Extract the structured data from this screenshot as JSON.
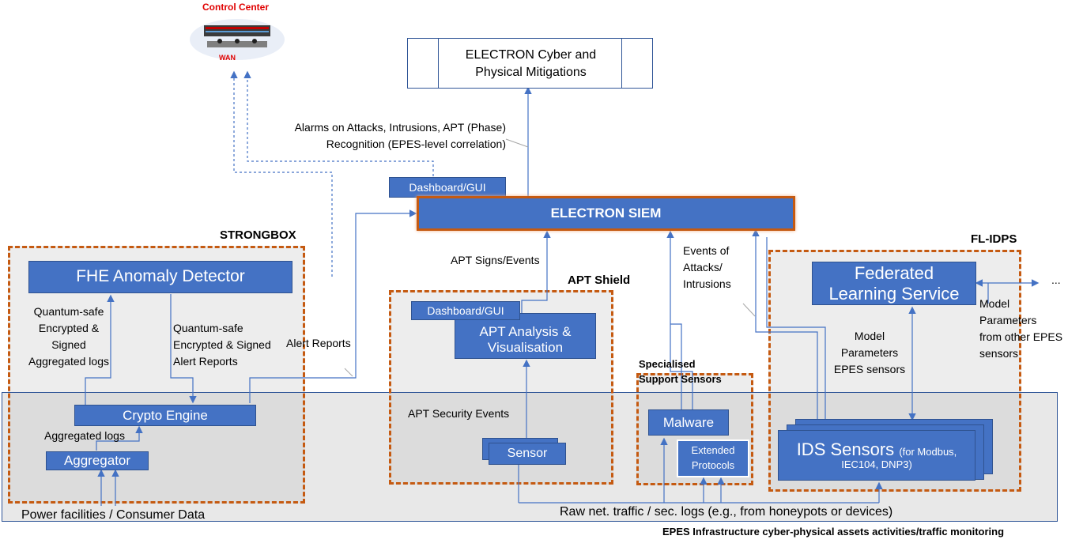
{
  "control_center": {
    "title": "Control Center",
    "wan": "WAN"
  },
  "mitigations": {
    "line1": "ELECTRON Cyber and",
    "line2": "Physical Mitigations"
  },
  "alarms": {
    "line1": "Alarms on Attacks, Intrusions, APT (Phase)",
    "line2": "Recognition (EPES-level correlation)"
  },
  "siem": {
    "dashboard": "Dashboard/GUI",
    "title": "ELECTRON SIEM"
  },
  "strongbox": {
    "title": "STRONGBOX",
    "fhe": "FHE Anomaly Detector",
    "qs_logs": {
      "l1": "Quantum-safe",
      "l2": "Encrypted &",
      "l3": "Signed",
      "l4": "Aggregated logs"
    },
    "qs_alerts": {
      "l1": "Quantum-safe",
      "l2": "Encrypted & Signed",
      "l3": "Alert Reports"
    },
    "alert_reports": "Alert Reports",
    "crypto": "Crypto Engine",
    "aggregated_logs": "Aggregated logs",
    "aggregator": "Aggregator",
    "power": "Power facilities / Consumer Data"
  },
  "apt": {
    "signs": "APT Signs/Events",
    "title": "APT Shield",
    "dashboard": "Dashboard/GUI",
    "analysis": {
      "l1": "APT Analysis &",
      "l2": "Visualisation"
    },
    "security_events": "APT Security Events",
    "sensor": "Sensor"
  },
  "events": {
    "l1": "Events of",
    "l2": "Attacks/",
    "l3": "Intrusions"
  },
  "specialised": {
    "title": {
      "l1": "Specialised",
      "l2": "Support Sensors"
    },
    "malware": "Malware",
    "extended": {
      "l1": "Extended",
      "l2": "Protocols"
    }
  },
  "flidps": {
    "title": "FL-IDPS",
    "federated": {
      "l1": "Federated",
      "l2": "Learning Service"
    },
    "model_epes": {
      "l1": "Model",
      "l2": "Parameters",
      "l3": "EPES sensors"
    },
    "model_other": {
      "l1": "Model",
      "l2": "Parameters",
      "l3": "from other EPES",
      "l4": "sensors"
    },
    "ellipsis": "...",
    "ids": {
      "main": "IDS Sensors",
      "sub1": "(for Modbus,",
      "sub2": "IEC104, DNP3)"
    }
  },
  "raw_traffic": "Raw net. traffic / sec. logs (e.g., from honeypots or devices)",
  "infra": "EPES Infrastructure cyber-physical assets activities/traffic monitoring",
  "colors": {
    "box": "#4472c4",
    "dashed": "#c55a11",
    "band": "#d9d9d9",
    "region": "#ededed"
  }
}
